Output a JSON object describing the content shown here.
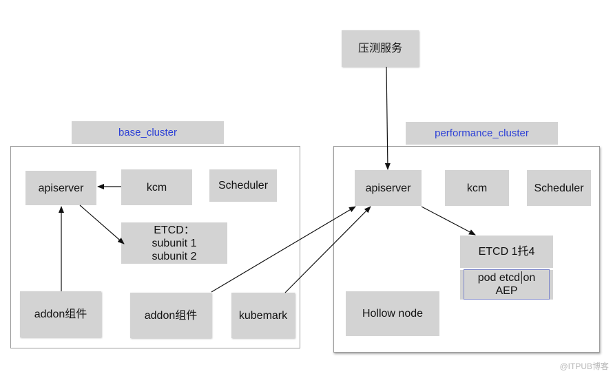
{
  "base_cluster": {
    "label": "base_cluster",
    "apiserver": "apiserver",
    "kcm": "kcm",
    "scheduler": "Scheduler",
    "etcd": "ETCD：\nsubunit 1\nsubunit 2",
    "addon_left": "addon组件",
    "addon_right": "addon组件",
    "kubemark": "kubemark"
  },
  "pressure_service": "压测服务",
  "performance_cluster": {
    "label": "performance_cluster",
    "apiserver": "apiserver",
    "kcm": "kcm",
    "scheduler": "Scheduler",
    "etcd": "ETCD 1托4",
    "pod_etcd": "pod etcd on\nAEP",
    "hollow_node": "Hollow node"
  },
  "watermark": "@ITPUB博客",
  "colors": {
    "box_fill": "#d3d3d3",
    "label_text": "#2b3fd6",
    "frame_border": "#9a9a9a",
    "arrow": "#111111"
  }
}
